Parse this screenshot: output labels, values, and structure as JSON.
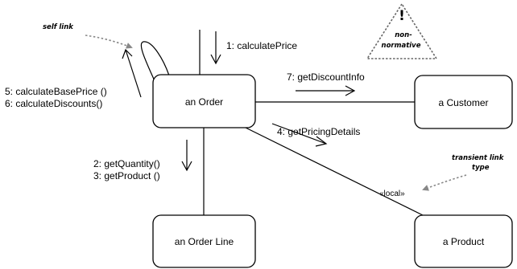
{
  "objects": {
    "order": "an Order",
    "customer": "a Customer",
    "order_line": "an Order Line",
    "product": "a Product"
  },
  "messages": {
    "m1": "1: calculatePrice",
    "m5": "5: calculateBasePrice ()",
    "m6": "6: calculateDiscounts()",
    "m7": "7: getDiscountInfo",
    "m4": "4: getPricingDetails",
    "m2": "2: getQuantity()",
    "m3": "3: getProduct ()"
  },
  "stereotype": "«local»",
  "notes": {
    "self_link": "self link",
    "transient_line1": "transient link",
    "transient_line2": "type",
    "nonnormative_mark": "!",
    "nonnormative_line1": "non-",
    "nonnormative_line2": "normative"
  }
}
